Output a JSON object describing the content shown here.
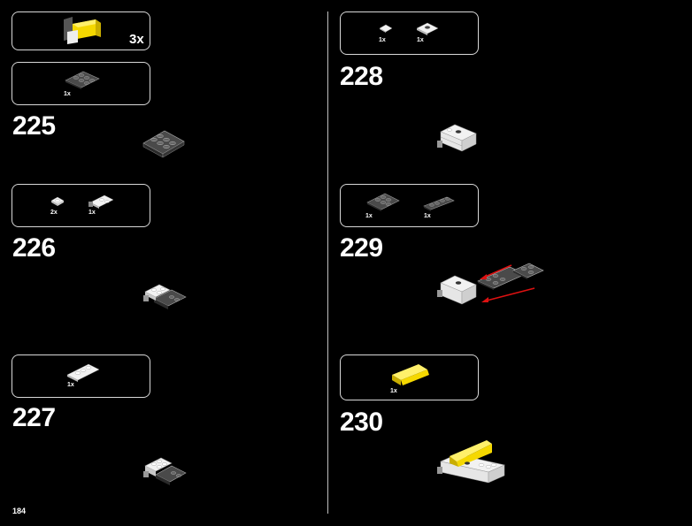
{
  "page_number": "184",
  "colors": {
    "background": "#000000",
    "yellow": "#f5d800",
    "brick_white": "#f2f2f2",
    "brick_dark": "#3a3a3a",
    "arrow": "#d11"
  },
  "subassembly": {
    "multiplier": "3x"
  },
  "parts": {
    "p225": {
      "count": "1x"
    },
    "p226a": {
      "count": "2x"
    },
    "p226b": {
      "count": "1x"
    },
    "p227": {
      "count": "1x"
    },
    "p228a": {
      "count": "1x"
    },
    "p228b": {
      "count": "1x"
    },
    "p229a": {
      "count": "1x"
    },
    "p229b": {
      "count": "1x"
    },
    "p230": {
      "count": "1x"
    }
  },
  "steps": {
    "s225": "225",
    "s226": "226",
    "s227": "227",
    "s228": "228",
    "s229": "229",
    "s230": "230"
  }
}
